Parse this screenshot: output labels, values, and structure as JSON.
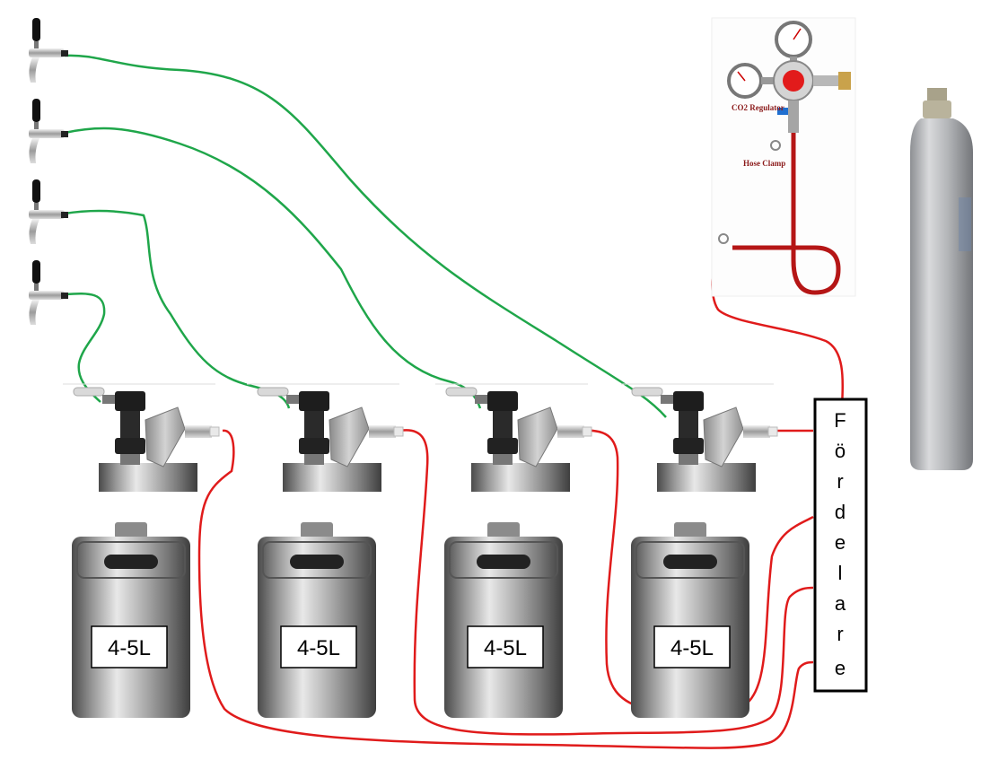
{
  "keg_label": "4-5L",
  "kegs": [
    {
      "label": "4-5L"
    },
    {
      "label": "4-5L"
    },
    {
      "label": "4-5L"
    },
    {
      "label": "4-5L"
    }
  ],
  "taps": [
    {
      "name": "tap-1"
    },
    {
      "name": "tap-2"
    },
    {
      "name": "tap-3"
    },
    {
      "name": "tap-4"
    }
  ],
  "distributor": {
    "label": "Fördelare",
    "letters": [
      "F",
      "ö",
      "r",
      "d",
      "e",
      "l",
      "a",
      "r",
      "e"
    ]
  },
  "regulator": {
    "label": "CO2 Regulator",
    "clamp_label": "Hose Clamp"
  },
  "colors": {
    "beer_line": "#1fa64a",
    "gas_line": "#e01b1b",
    "distributor_border": "#000000"
  }
}
